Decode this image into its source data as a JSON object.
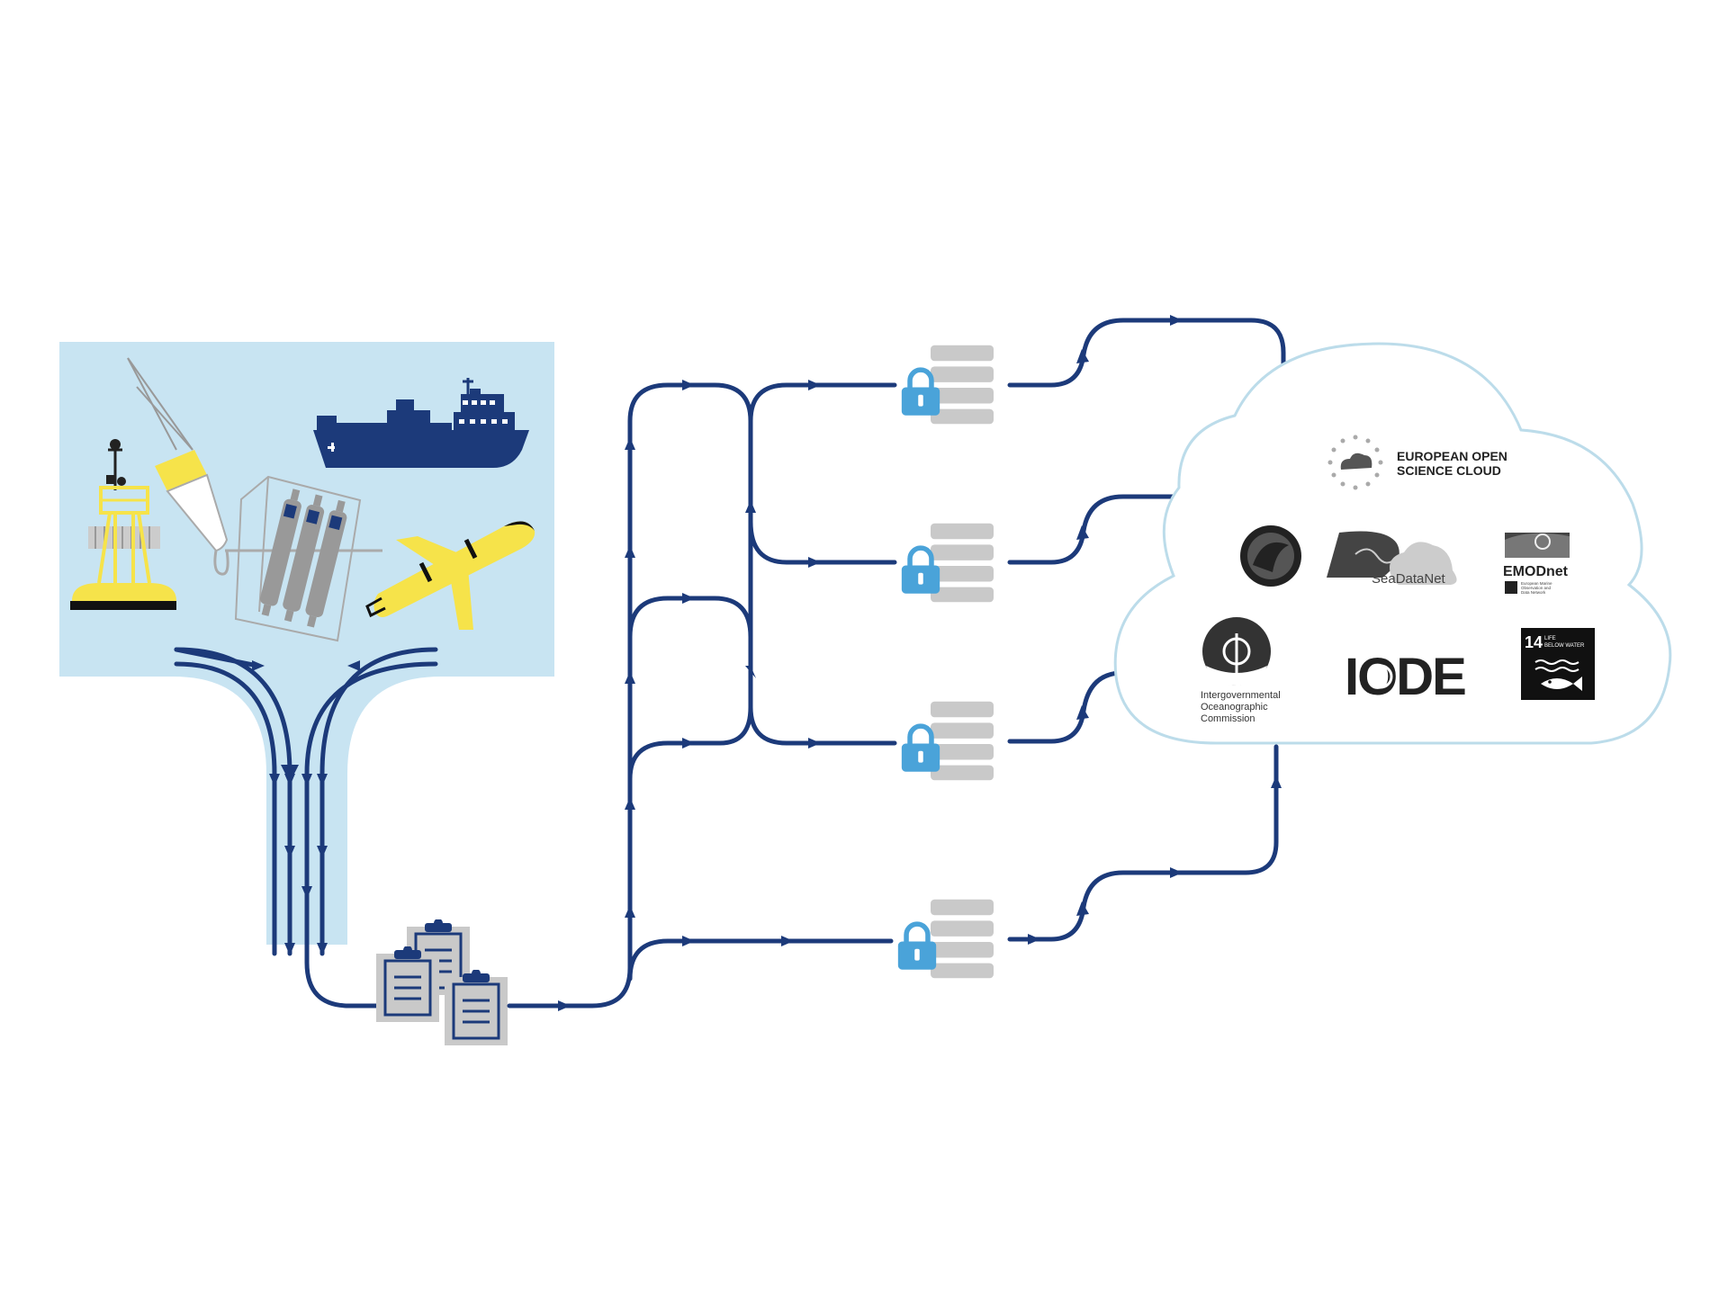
{
  "colors": {
    "flow": "#1c3a7a",
    "water": "#c8e4f2",
    "instrument_yellow": "#f6e34a",
    "ship_navy": "#1c3a7a",
    "server_grey": "#c9c9c9",
    "lock_blue": "#4aa3d9",
    "cloud_stroke": "#bcdcea",
    "logo_dark": "#222222",
    "logo_grey": "#777777"
  },
  "icons": {
    "instruments": [
      "weather-buoy-icon",
      "plankton-net-icon",
      "research-vessel-icon",
      "ctd-rosette-icon",
      "ocean-glider-icon"
    ],
    "documents": "clipboard-icon",
    "repository": "database-server-icon",
    "access": "padlock-icon"
  },
  "logos": {
    "eosc": {
      "line1": "EUROPEAN OPEN",
      "line2": "SCIENCE CLOUD"
    },
    "seadatanet": {
      "name": "SeaDataNet"
    },
    "emodnet": {
      "name": "EMODnet",
      "sub1": "European Marine",
      "sub2": "Observation and",
      "sub3": "Data Network"
    },
    "ioc": {
      "line1": "Intergovernmental",
      "line2": "Oceanographic",
      "line3": "Commission"
    },
    "iode": {
      "name": "IODE"
    },
    "sdg14": {
      "number": "14",
      "line1": "LIFE",
      "line2": "BELOW WATER"
    }
  },
  "repositories": [
    {
      "id": "repo-1",
      "locked": true
    },
    {
      "id": "repo-2",
      "locked": true
    },
    {
      "id": "repo-3",
      "locked": true
    },
    {
      "id": "repo-4",
      "locked": true
    }
  ]
}
